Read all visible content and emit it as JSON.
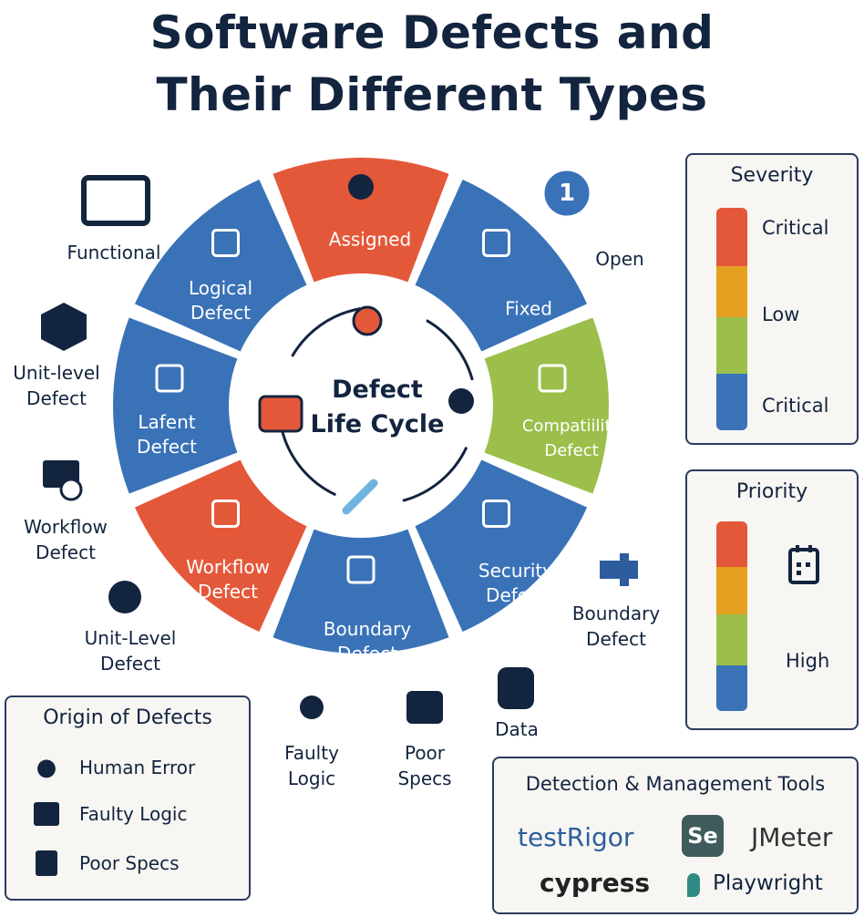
{
  "title": {
    "line1": "Software Defects and",
    "line2": "Their Different Types"
  },
  "colors": {
    "blue": "#3a72b8",
    "red": "#e4583a",
    "green": "#9bbf4a",
    "navy": "#13243f",
    "orange": "#e5a021"
  },
  "ring": {
    "center_label": {
      "line1": "Defect",
      "line2": "Life Cycle"
    },
    "segments": [
      {
        "line1": "Assigned",
        "line2": "",
        "color": "red",
        "icon": "bug-x-icon"
      },
      {
        "line1": "Fixed",
        "line2": "",
        "color": "blue",
        "icon": "magnifier-icon"
      },
      {
        "line1": "Compatiility",
        "line2": "Defect",
        "color": "green",
        "icon": "crosshair-icon"
      },
      {
        "line1": "Security",
        "line2": "Defect",
        "color": "blue",
        "icon": "shield-icon"
      },
      {
        "line1": "Boundary",
        "line2": "Defect",
        "color": "blue",
        "icon": "database-icon"
      },
      {
        "line1": "Workflow",
        "line2": "Defect",
        "color": "red",
        "icon": "list-block-icon"
      },
      {
        "line1": "Lafent",
        "line2": "Defect",
        "color": "blue",
        "icon": "cube-icon"
      },
      {
        "line1": "Logical",
        "line2": "Defect",
        "color": "blue",
        "icon": "document-icon"
      }
    ]
  },
  "outer_labels": {
    "functional": "Functional",
    "unit_level": {
      "line1": "Unit-level",
      "line2": "Defect"
    },
    "workflow": {
      "line1": "Workflow",
      "line2": "Defect"
    },
    "unit_level2": {
      "line1": "Unit-Level",
      "line2": "Defect"
    },
    "open": "Open",
    "open_badge": "1",
    "boundary": {
      "line1": "Boundary",
      "line2": "Defect"
    },
    "data": "Data",
    "faulty_logic": {
      "line1": "Faulty",
      "line2": "Logic"
    },
    "poor_specs": {
      "line1": "Poor",
      "line2": "Specs"
    }
  },
  "severity": {
    "title": "Severity",
    "levels": [
      "Critical",
      "Low",
      "Critical"
    ]
  },
  "priority": {
    "title": "Priority",
    "levels": [
      "High"
    ]
  },
  "origin": {
    "title": "Origin of Defects",
    "items": [
      "Human Error",
      "Faulty Logic",
      "Poor Specs"
    ]
  },
  "tools": {
    "title": "Detection & Management Tools",
    "items": [
      "testRigor",
      "Se",
      "JMeter",
      "cypress",
      "Playwright"
    ]
  }
}
